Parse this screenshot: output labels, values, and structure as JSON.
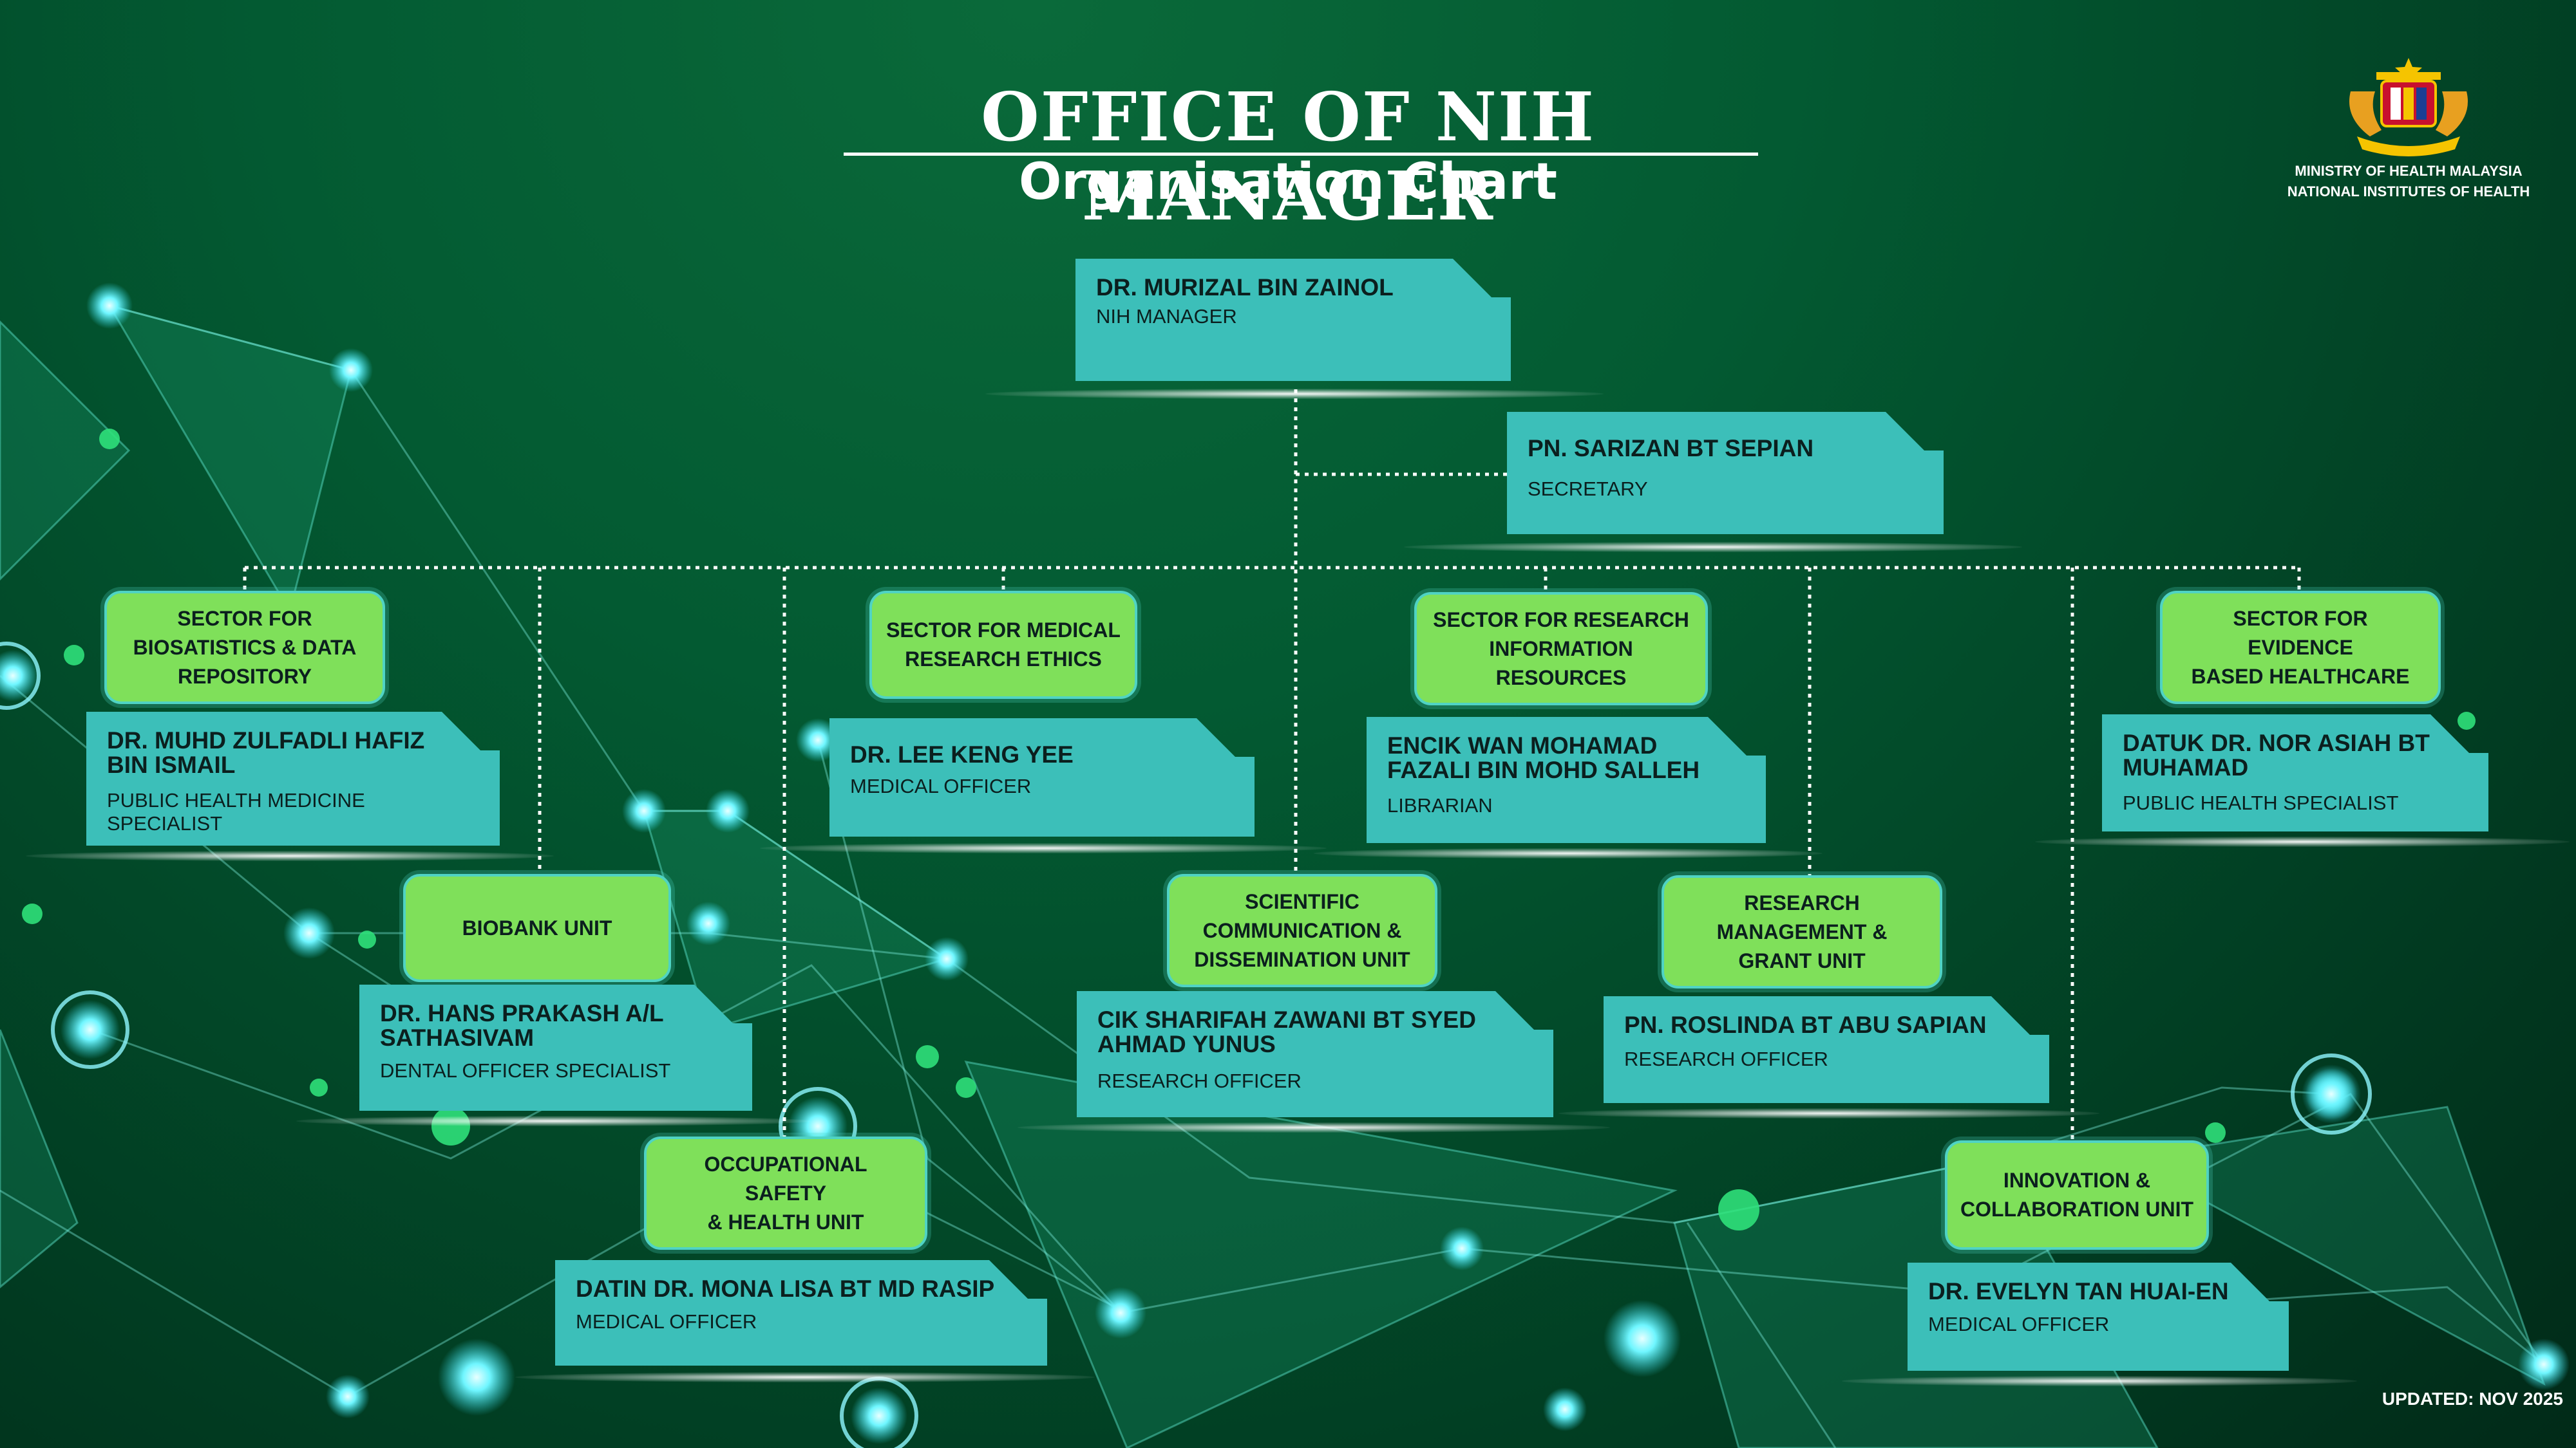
{
  "header": {
    "title": "OFFICE OF NIH MANAGER",
    "subtitle": "Organisation Chart"
  },
  "ministry": {
    "line1": "MINISTRY OF HEALTH MALAYSIA",
    "line2": "NATIONAL INSTITUTES OF HEALTH"
  },
  "footer": {
    "updated": "UPDATED: NOV 2025"
  },
  "manager": {
    "name": "DR. MURIZAL BIN ZAINOL",
    "role": "NIH MANAGER"
  },
  "secretary": {
    "name": "PN. SARIZAN BT SEPIAN",
    "role": "SECRETARY"
  },
  "units": [
    {
      "unit": "SECTOR FOR\nBIOSATISTICS & DATA\nREPOSITORY",
      "name": "DR. MUHD ZULFADLI HAFIZ\nBIN ISMAIL",
      "role": "PUBLIC HEALTH MEDICINE SPECIALIST"
    },
    {
      "unit": "BIOBANK UNIT",
      "name": "DR. HANS PRAKASH A/L\nSATHASIVAM",
      "role": "DENTAL OFFICER SPECIALIST"
    },
    {
      "unit": "OCCUPATIONAL\nSAFETY\n& HEALTH UNIT",
      "name": "DATIN DR. MONA LISA BT MD RASIP",
      "role": "MEDICAL OFFICER"
    },
    {
      "unit": "SECTOR FOR MEDICAL\nRESEARCH ETHICS",
      "name": "DR. LEE KENG YEE",
      "role": "MEDICAL OFFICER"
    },
    {
      "unit": "SCIENTIFIC\nCOMMUNICATION &\nDISSEMINATION UNIT",
      "name": "CIK SHARIFAH ZAWANI BT SYED\nAHMAD YUNUS",
      "role": "RESEARCH OFFICER"
    },
    {
      "unit": "SECTOR FOR RESEARCH\nINFORMATION\nRESOURCES",
      "name": "ENCIK WAN MOHAMAD\nFAZALI BIN MOHD SALLEH",
      "role": "LIBRARIAN"
    },
    {
      "unit": "RESEARCH\nMANAGEMENT &\nGRANT UNIT",
      "name": "PN. ROSLINDA BT ABU SAPIAN",
      "role": "RESEARCH OFFICER"
    },
    {
      "unit": "INNOVATION &\nCOLLABORATION UNIT",
      "name": "DR. EVELYN TAN HUAI-EN",
      "role": "MEDICAL OFFICER"
    },
    {
      "unit": "SECTOR FOR\nEVIDENCE\nBASED HEALTHCARE",
      "name": "DATUK DR. NOR ASIAH BT\nMUHAMAD",
      "role": "PUBLIC HEALTH SPECIALIST"
    }
  ],
  "colors": {
    "background": "#025a32",
    "card": "#3cbfb9",
    "unit_box": "#7fe05a",
    "unit_border": "#4fd3c4",
    "text_dark": "#0b1f1e",
    "text_light": "#ffffff"
  },
  "icons": {
    "logo": "malaysia-coat-of-arms-icon"
  }
}
